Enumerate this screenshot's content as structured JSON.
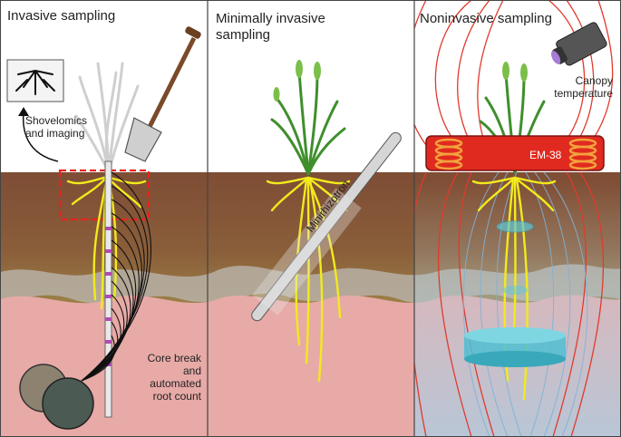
{
  "panels": [
    {
      "title": "Invasive sampling"
    },
    {
      "title": "Minimally invasive sampling"
    },
    {
      "title": "Noninvasive sampling"
    }
  ],
  "labels": {
    "shovelomics": "Shovelomics and imaging",
    "core_break": "Core break and automated root count",
    "minirhizotron": "Minirhizotron",
    "canopy": "Canopy temperature",
    "em38": "EM-38"
  },
  "colors": {
    "sky": "#ffffff",
    "topsoil": "#8b5a3a",
    "subsoil_mid": "#9a7a45",
    "gray_band": "#b9b3a7",
    "deep_soil": "#e7a9a6",
    "root": "#f2ea1c",
    "leaf": "#3f8f2d",
    "em38_box": "#e02a20",
    "field_line_red": "#e03a2c",
    "field_line_blue": "#7fb2d6",
    "disk_cyan": "#5ec8d8",
    "dashed_box": "#e8231c"
  }
}
